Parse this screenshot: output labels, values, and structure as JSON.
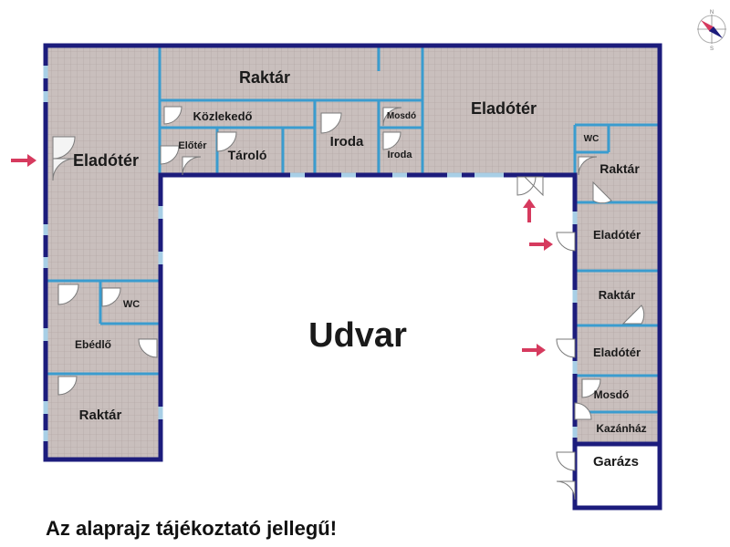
{
  "plan": {
    "rooms": {
      "raktar_top": "Raktár",
      "eladoter_top": "Eladótér",
      "kozlekedo": "Közlekedő",
      "mosdo_top": "Mosdó",
      "iroda_left": "Iroda",
      "iroda_right": "Iroda",
      "eloter": "Előtér",
      "tarolo": "Tároló",
      "eladoter_left": "Eladótér",
      "wc_right": "WC",
      "raktar_right_1": "Raktár",
      "eladoter_right_1": "Eladótér",
      "raktar_right_2": "Raktár",
      "eladoter_right_2": "Eladótér",
      "mosdo_right": "Mosdó",
      "kazanhaz": "Kazánház",
      "garazs": "Garázs",
      "wc_left": "WC",
      "ebedlo": "Ebédlő",
      "raktar_bottom": "Raktár"
    },
    "courtyard": "Udvar",
    "compass_letters": {
      "north": "N",
      "south": "S"
    }
  },
  "caption": "Az alaprajz tájékoztató jellegű!",
  "colors": {
    "outer_wall": "#1c1c7c",
    "inner_wall": "#3a9ccf",
    "floor": "#c9bfbd",
    "tile_line": "#ad9f9d",
    "window": "#a8cfe6",
    "arrow": "#d63a5e",
    "garage_floor": "#ffffff"
  }
}
